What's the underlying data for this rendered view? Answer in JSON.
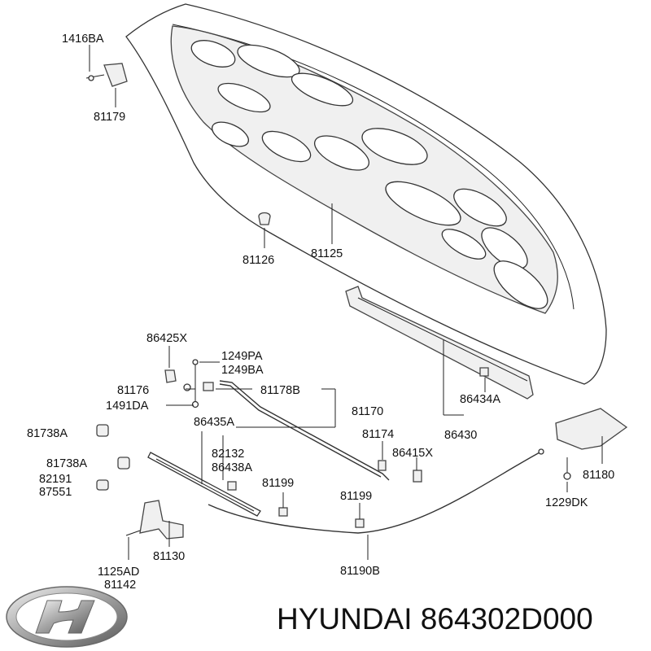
{
  "labels": {
    "l1416BA": "1416BA",
    "l81179": "81179",
    "l81126": "81126",
    "l81125": "81125",
    "l86425X": "86425X",
    "l1249PA": "1249PA",
    "l1249BA": "1249BA",
    "l81176": "81176",
    "l81178B": "81178B",
    "l81170": "81170",
    "l1491DA": "1491DA",
    "l86434A": "86434A",
    "l81738A_1": "81738A",
    "l86435A": "86435A",
    "l81174": "81174",
    "l86430": "86430",
    "l82132": "82132",
    "l86415X": "86415X",
    "l81738A_2": "81738A",
    "l86438A": "86438A",
    "l82191": "82191",
    "l87551": "87551",
    "l81199_1": "81199",
    "l81199_2": "81199",
    "l81180": "81180",
    "l1229DK": "1229DK",
    "l81130": "81130",
    "l1125AD": "1125AD",
    "l81142": "81142",
    "l81190B": "81190B"
  },
  "footer": {
    "brand_text": "HYUNDAI 864302D000"
  },
  "icons": {
    "logo": "hyundai-logo-icon"
  }
}
